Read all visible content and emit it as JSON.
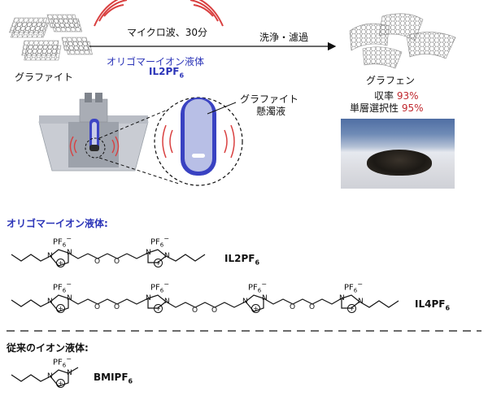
{
  "top": {
    "graphite_label": "グラファイト",
    "microwave_label": "マイクロ波、30分",
    "oligomer_ionic_liquid": "オリゴマーイオン液体",
    "il2pf6_bold": "IL2PF",
    "il2pf6_sub": "6",
    "wash_filter_label": "洗浄・濾過",
    "graphene_label": "グラフェン",
    "yield_label": "収率",
    "yield_value": "93%",
    "selectivity_label": "単層選択性",
    "selectivity_value": "95%",
    "dispersion_line1": "グラファイト",
    "dispersion_line2": "懸濁液"
  },
  "structures": {
    "oligomer_heading": "オリゴマーイオン液体:",
    "conventional_heading": "従来のイオン液体:",
    "pf6": "PF",
    "pf6_sub": "6",
    "pf6_sup": "−",
    "plus": "+",
    "n": "N",
    "o": "O",
    "il2_name": "IL2PF",
    "il4_name": "IL4PF",
    "bmi_name": "BMIPF",
    "name_sub": "6"
  },
  "colors": {
    "accent_blue": "#2b34b8",
    "accent_red": "#c0282e",
    "wave_red": "#d94040"
  }
}
